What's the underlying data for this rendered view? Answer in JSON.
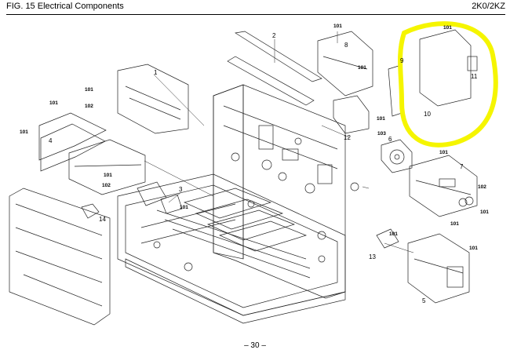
{
  "header": {
    "title": "FIG. 15  Electrical Components",
    "model_code": "2K0/2KZ"
  },
  "footer": {
    "page": "– 30 –"
  },
  "highlight_color": "#f5f500",
  "callouts": {
    "part_numbers": [
      "1",
      "2",
      "3",
      "4",
      "5",
      "6",
      "7",
      "8",
      "9",
      "10",
      "11",
      "12",
      "13",
      "14"
    ],
    "screw_codes": [
      "101",
      "102",
      "103"
    ]
  }
}
